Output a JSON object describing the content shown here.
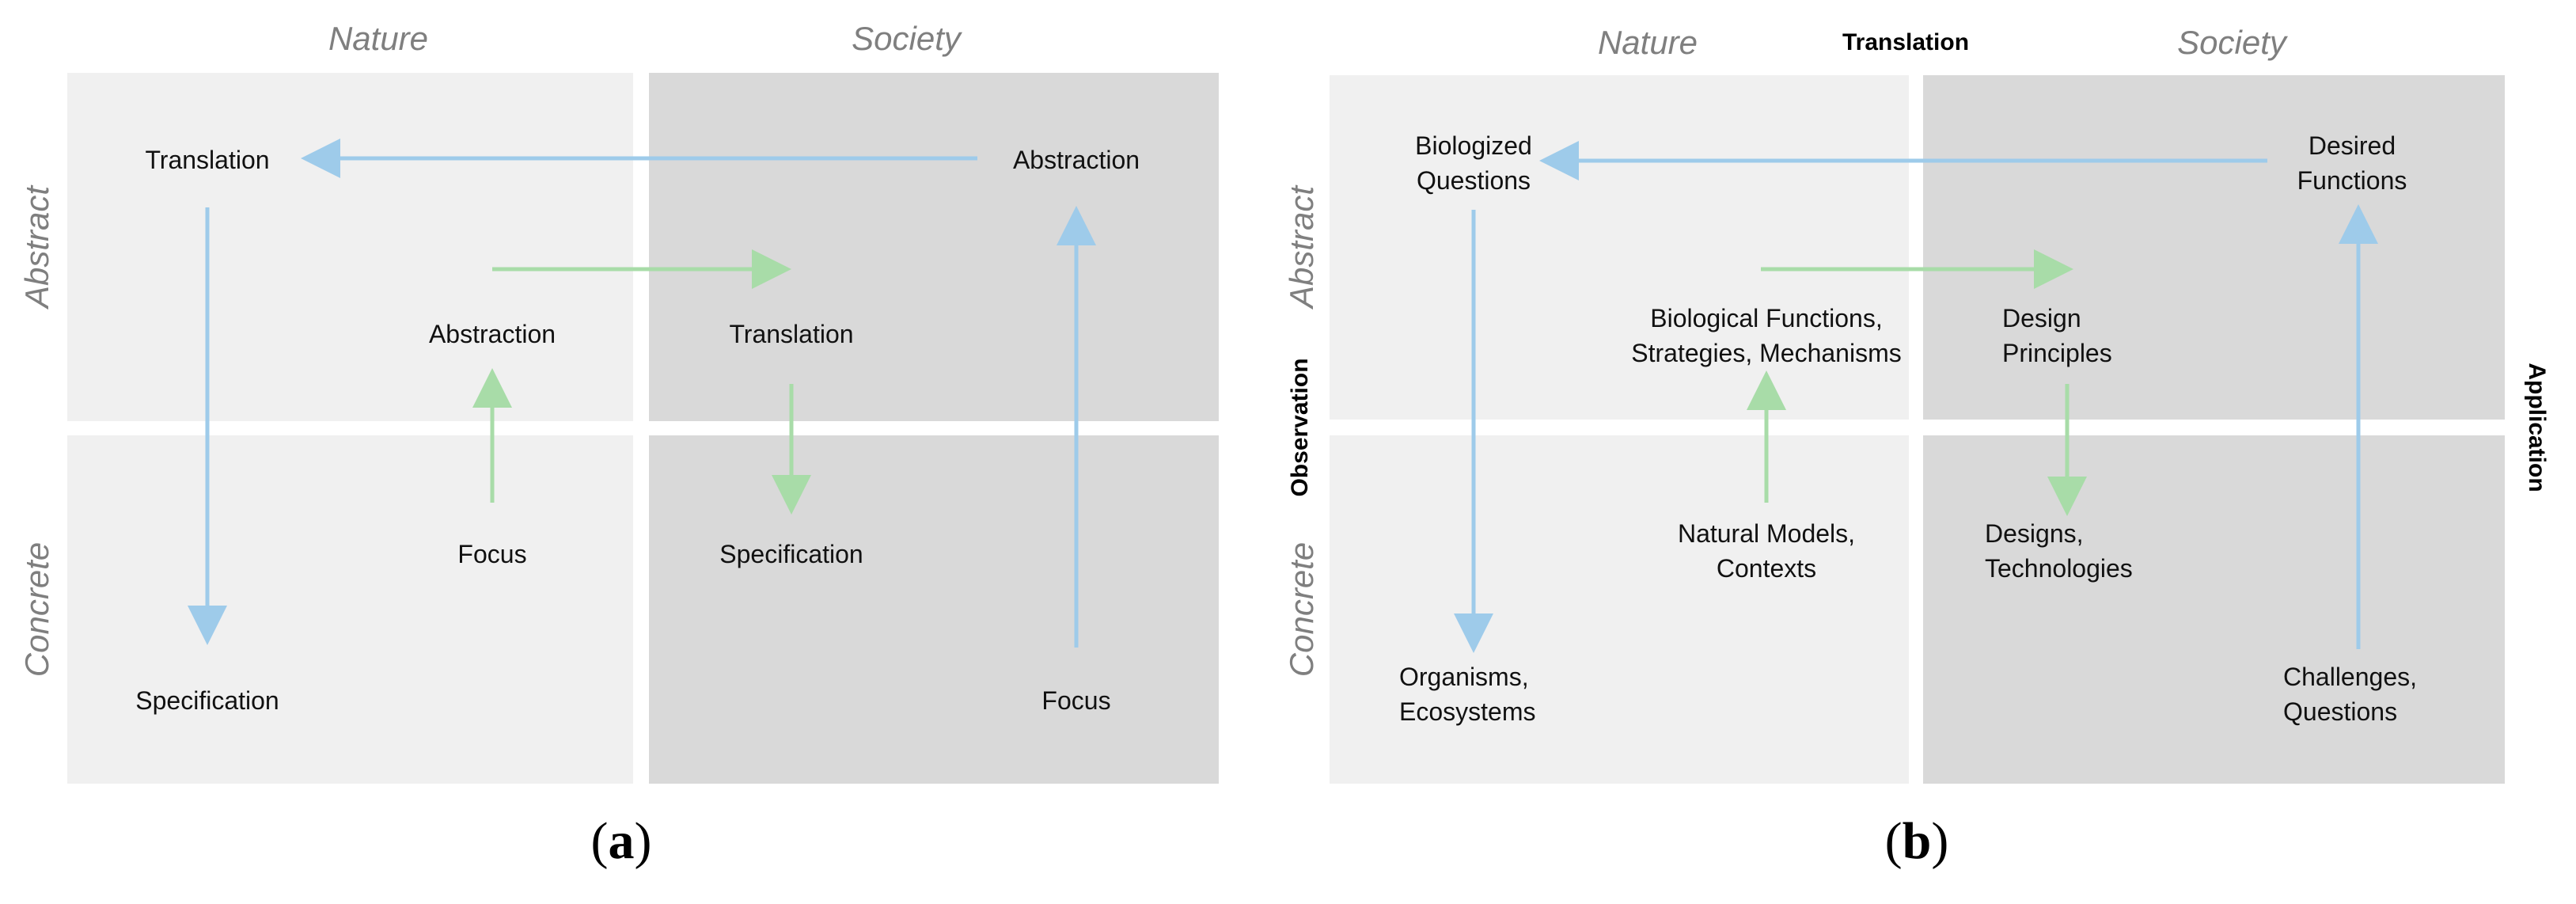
{
  "colors": {
    "blue_arrow": "#9ecbea",
    "green_arrow": "#a8dca8",
    "light_quadrant": "#f0f0f0",
    "dark_quadrant": "#d9d9d9"
  },
  "panel_a": {
    "caption_label": "a",
    "col_nature": "Nature",
    "col_society": "Society",
    "row_abstract": "Abstract",
    "row_concrete": "Concrete",
    "nature_abstract_outer": "Translation",
    "nature_abstract_inner": "Abstraction",
    "nature_concrete_inner": "Focus",
    "nature_concrete_outer": "Specification",
    "society_abstract_outer": "Abstraction",
    "society_abstract_inner": "Translation",
    "society_concrete_inner": "Specification",
    "society_concrete_outer": "Focus"
  },
  "panel_b": {
    "caption_label": "b",
    "col_nature": "Nature",
    "col_society": "Society",
    "top_label": "Translation",
    "left_label": "Observation",
    "right_label": "Application",
    "row_abstract": "Abstract",
    "row_concrete": "Concrete",
    "nature_abstract_outer": "Biologized\nQuestions",
    "nature_abstract_inner": "Biological Functions,\nStrategies, Mechanisms",
    "nature_concrete_inner": "Natural Models,\nContexts",
    "nature_concrete_outer": "Organisms,\nEcosystems",
    "society_abstract_outer": "Desired\nFunctions",
    "society_abstract_inner": "Design\nPrinciples",
    "society_concrete_inner": "Designs,\nTechnologies",
    "society_concrete_outer": "Challenges,\nQuestions"
  }
}
